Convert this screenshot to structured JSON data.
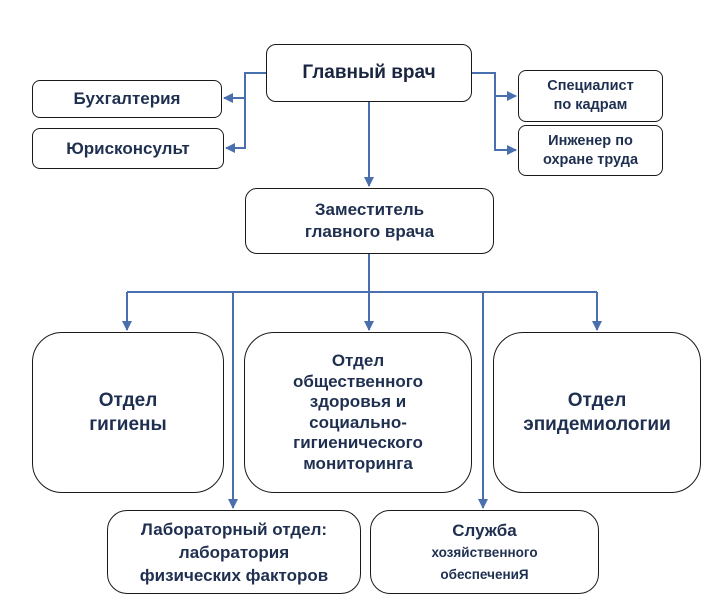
{
  "diagram": {
    "type": "org-chart",
    "line_color": "#4a6fae",
    "text_color": "#1f2f50",
    "nodes": {
      "chief": {
        "label": "Главный врач"
      },
      "accounting": {
        "label": "Бухгалтерия"
      },
      "legal": {
        "label": "Юрисконсульт"
      },
      "hr": {
        "label": "Специалист\nпо кадрам"
      },
      "safety": {
        "label": "Инженер по\nохране труда"
      },
      "deputy": {
        "label": "Заместитель\nглавного врача"
      },
      "hygiene": {
        "label": "Отдел\nгигиены"
      },
      "public_health": {
        "label": "Отдел\nобщественного\nздоровья и\nсоциально-\nгигиенического\nмониторинга"
      },
      "epidemiology": {
        "label": "Отдел\nэпидемиологии"
      },
      "laboratory": {
        "label": "Лабораторный отдел:\nлаборатория\nфизических факторов"
      },
      "service": {
        "title": "Служба",
        "subtitle": "хозяйственного\nобеспечениЯ"
      }
    },
    "edges": [
      [
        "chief",
        "accounting"
      ],
      [
        "chief",
        "legal"
      ],
      [
        "chief",
        "hr"
      ],
      [
        "chief",
        "safety"
      ],
      [
        "chief",
        "deputy"
      ],
      [
        "deputy",
        "hygiene"
      ],
      [
        "deputy",
        "public_health"
      ],
      [
        "deputy",
        "epidemiology"
      ],
      [
        "deputy",
        "laboratory"
      ],
      [
        "deputy",
        "service"
      ]
    ]
  }
}
